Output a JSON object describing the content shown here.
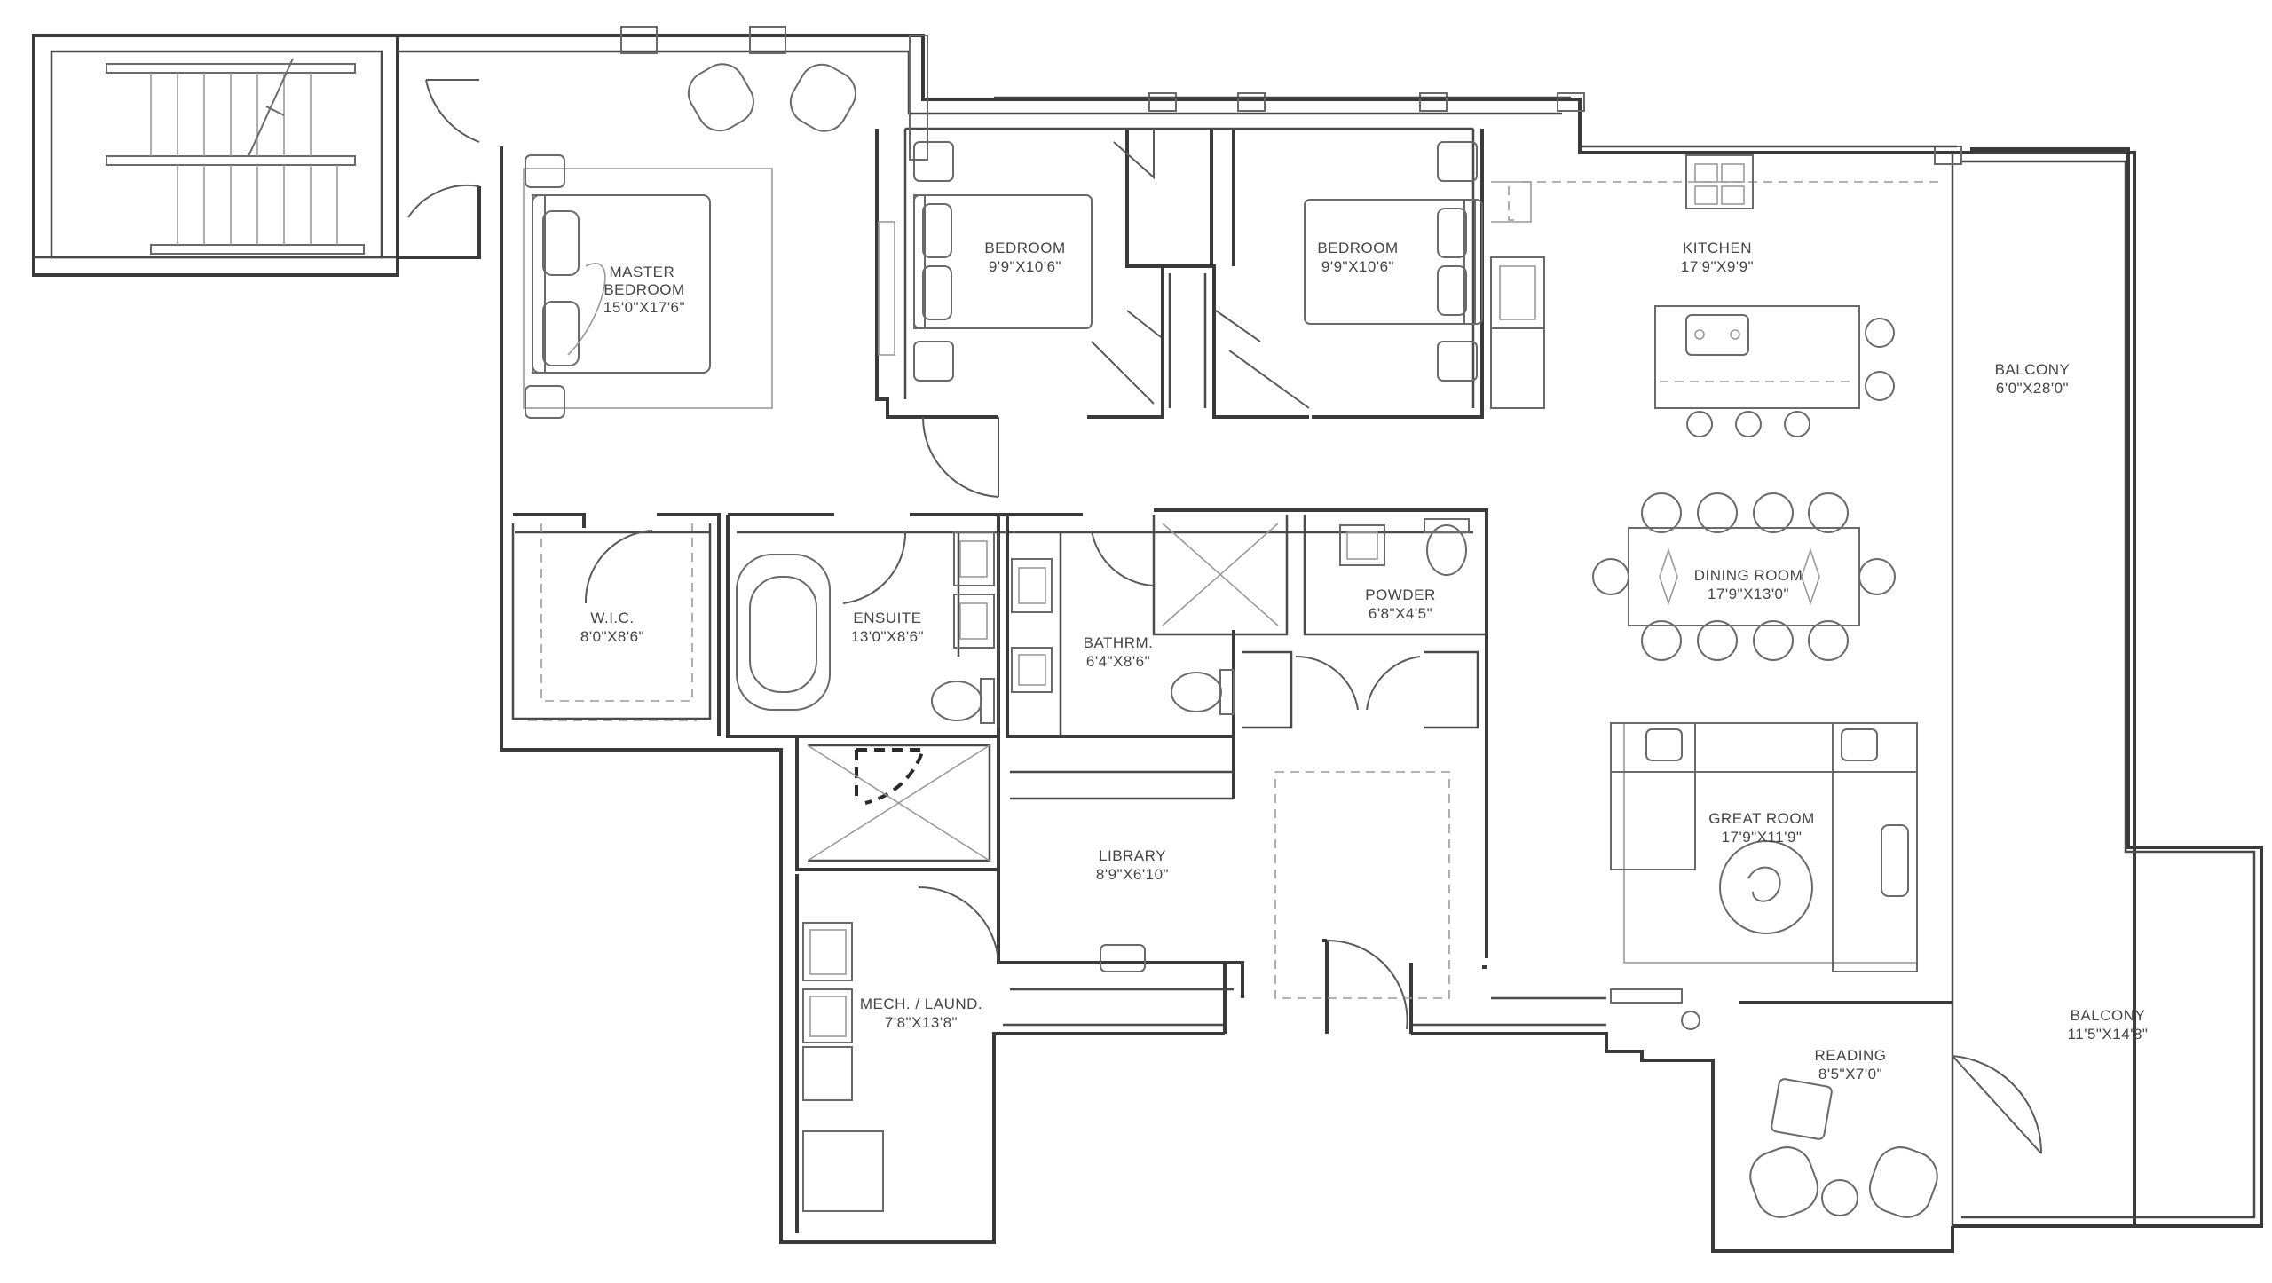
{
  "rooms": [
    {
      "id": "master-bedroom",
      "name": "MASTER\nBEDROOM",
      "dims": "15'0\"X17'6\""
    },
    {
      "id": "bedroom-2",
      "name": "BEDROOM",
      "dims": "9'9\"X10'6\""
    },
    {
      "id": "bedroom-3",
      "name": "BEDROOM",
      "dims": "9'9\"X10'6\""
    },
    {
      "id": "kitchen",
      "name": "KITCHEN",
      "dims": "17'9\"X9'9\""
    },
    {
      "id": "balcony-1",
      "name": "BALCONY",
      "dims": "6'0\"X28'0\""
    },
    {
      "id": "dining-room",
      "name": "DINING ROOM",
      "dims": "17'9\"X13'0\""
    },
    {
      "id": "wic",
      "name": "W.I.C.",
      "dims": "8'0\"X8'6\""
    },
    {
      "id": "ensuite",
      "name": "ENSUITE",
      "dims": "13'0\"X8'6\""
    },
    {
      "id": "bathroom",
      "name": "BATHRM.",
      "dims": "6'4\"X8'6\""
    },
    {
      "id": "powder",
      "name": "POWDER",
      "dims": "6'8\"X4'5\""
    },
    {
      "id": "great-room",
      "name": "GREAT ROOM",
      "dims": "17'9\"X11'9\""
    },
    {
      "id": "library",
      "name": "LIBRARY",
      "dims": "8'9\"X6'10\""
    },
    {
      "id": "mech-laund",
      "name": "MECH. / LAUND.",
      "dims": "7'8\"X13'8\""
    },
    {
      "id": "reading",
      "name": "READING",
      "dims": "8'5\"X7'0\""
    },
    {
      "id": "balcony-2",
      "name": "BALCONY",
      "dims": "11'5\"X14'8\""
    }
  ]
}
